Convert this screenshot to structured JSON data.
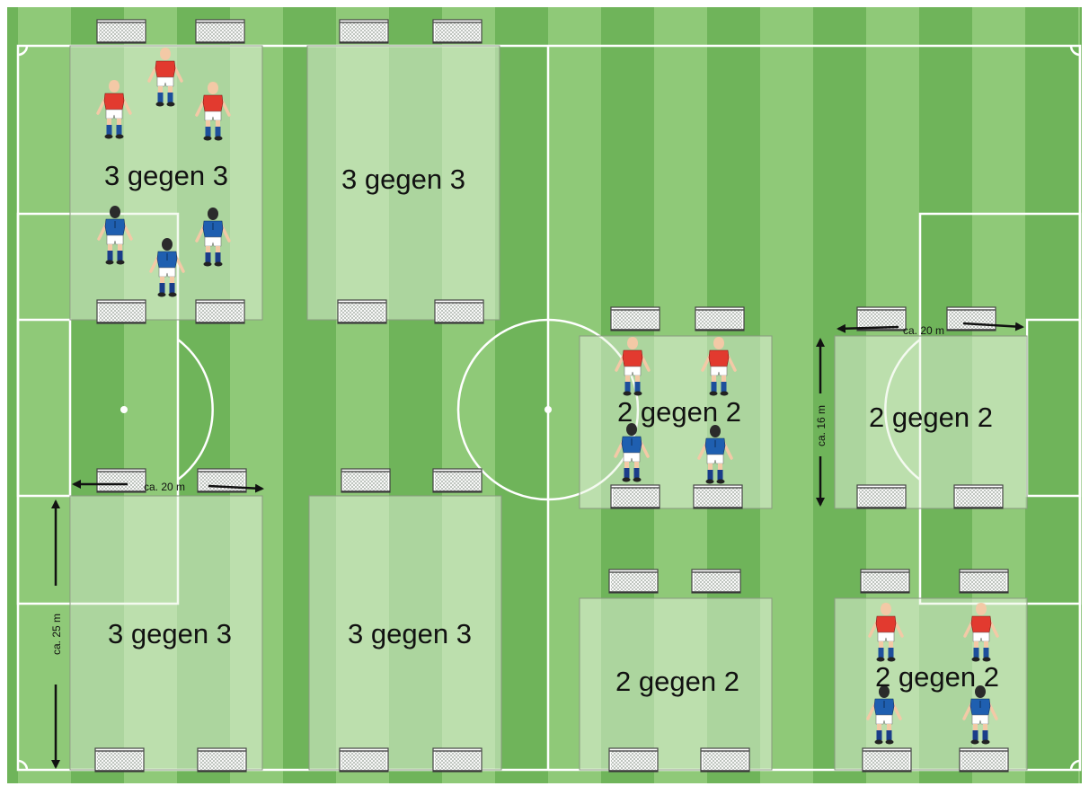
{
  "colors": {
    "stripe_light": "#8fc978",
    "stripe_dark": "#6fb45a",
    "line": "#ffffff",
    "zone_fill": "#e9f5e1",
    "zone_stroke": "#8a9a80",
    "text": "#111111",
    "team_red": "#e23a2f",
    "team_blue": "#1f5fb0",
    "shorts": "#ffffff",
    "socks_red_team": "#1d4f9c",
    "socks_blue_team": "#1a3d8a",
    "skin": "#f3c9a6",
    "hair_blond": "#e8c98a",
    "hair_dark": "#222222"
  },
  "zones": [
    {
      "id": "z1",
      "label": "3 gegen 3"
    },
    {
      "id": "z2",
      "label": "3 gegen 3"
    },
    {
      "id": "z3",
      "label": "3 gegen 3"
    },
    {
      "id": "z4",
      "label": "3 gegen 3"
    },
    {
      "id": "z5",
      "label": "2 gegen 2"
    },
    {
      "id": "z6",
      "label": "2 gegen 2"
    },
    {
      "id": "z7",
      "label": "2 gegen 2"
    },
    {
      "id": "z8",
      "label": "2 gegen 2"
    }
  ],
  "measurements": {
    "width_3v3": "ca. 20 m",
    "length_3v3": "ca. 25 m",
    "width_2v2": "ca. 20 m",
    "length_2v2": "ca. 16 m"
  },
  "icons": {
    "goal": "mini-goal-icon",
    "player_red": "red-player-icon",
    "player_blue": "blue-player-icon",
    "arrow": "double-arrow-icon"
  }
}
